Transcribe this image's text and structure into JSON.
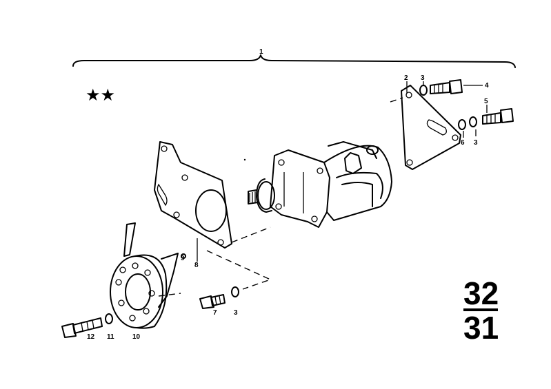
{
  "diagram": {
    "assembly_label": "1",
    "stars": "★★",
    "group_numerator": "32",
    "group_denominator": "31",
    "callouts": {
      "c2": "2",
      "c3a": "3",
      "c4": "4",
      "c5": "5",
      "c6": "6",
      "c3b": "3",
      "c7": "7",
      "c3c": "3",
      "c8": "8",
      "c9": "9",
      "c10": "10",
      "c11": "11",
      "c12": "12"
    }
  }
}
